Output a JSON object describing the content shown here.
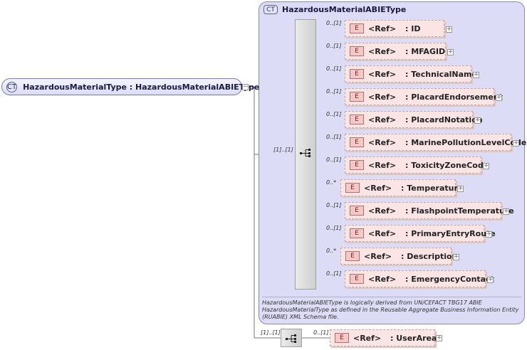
{
  "root": {
    "badge": "CT",
    "label": "HazardousMaterialType : HazardousMaterialABIEType"
  },
  "panel": {
    "badge": "CT",
    "title": "HazardousMaterialABIEType",
    "note": "HazardousMaterialABIEType is logically derived from UN/CEFACT TBG17 ABIE HazardousMaterialType as defined in the Reusable Aggregate Business Information Entity (RUABIE) XML Schema file."
  },
  "sequence_card": "[1]..[1]",
  "second_sequence_card": "[1]..[1]",
  "elements": [
    {
      "card": "0..[1]",
      "badge": "E",
      "ref": "<Ref>",
      "name": ": ID"
    },
    {
      "card": "0..[1]",
      "badge": "E",
      "ref": "<Ref>",
      "name": ": MFAGID"
    },
    {
      "card": "0..[1]",
      "badge": "E",
      "ref": "<Ref>",
      "name": ": TechnicalName"
    },
    {
      "card": "0..[1]",
      "badge": "E",
      "ref": "<Ref>",
      "name": ": PlacardEndorsement"
    },
    {
      "card": "0..[1]",
      "badge": "E",
      "ref": "<Ref>",
      "name": ": PlacardNotation"
    },
    {
      "card": "0..[1]",
      "badge": "E",
      "ref": "<Ref>",
      "name": ": MarinePollutionLevelCode"
    },
    {
      "card": "0..[1]",
      "badge": "E",
      "ref": "<Ref>",
      "name": ": ToxicityZoneCode"
    },
    {
      "card": "0..*",
      "badge": "E",
      "ref": "<Ref>",
      "name": ": Temperature"
    },
    {
      "card": "0..[1]",
      "badge": "E",
      "ref": "<Ref>",
      "name": ": FlashpointTemperature"
    },
    {
      "card": "0..[1]",
      "badge": "E",
      "ref": "<Ref>",
      "name": ": PrimaryEntryRoute"
    },
    {
      "card": "0..*",
      "badge": "E",
      "ref": "<Ref>",
      "name": ": Description"
    },
    {
      "card": "0..[1]",
      "badge": "E",
      "ref": "<Ref>",
      "name": ": EmergencyContact"
    }
  ],
  "user_area": {
    "card": "0..[1]",
    "badge": "E",
    "ref": "<Ref>",
    "name": ": UserArea"
  }
}
